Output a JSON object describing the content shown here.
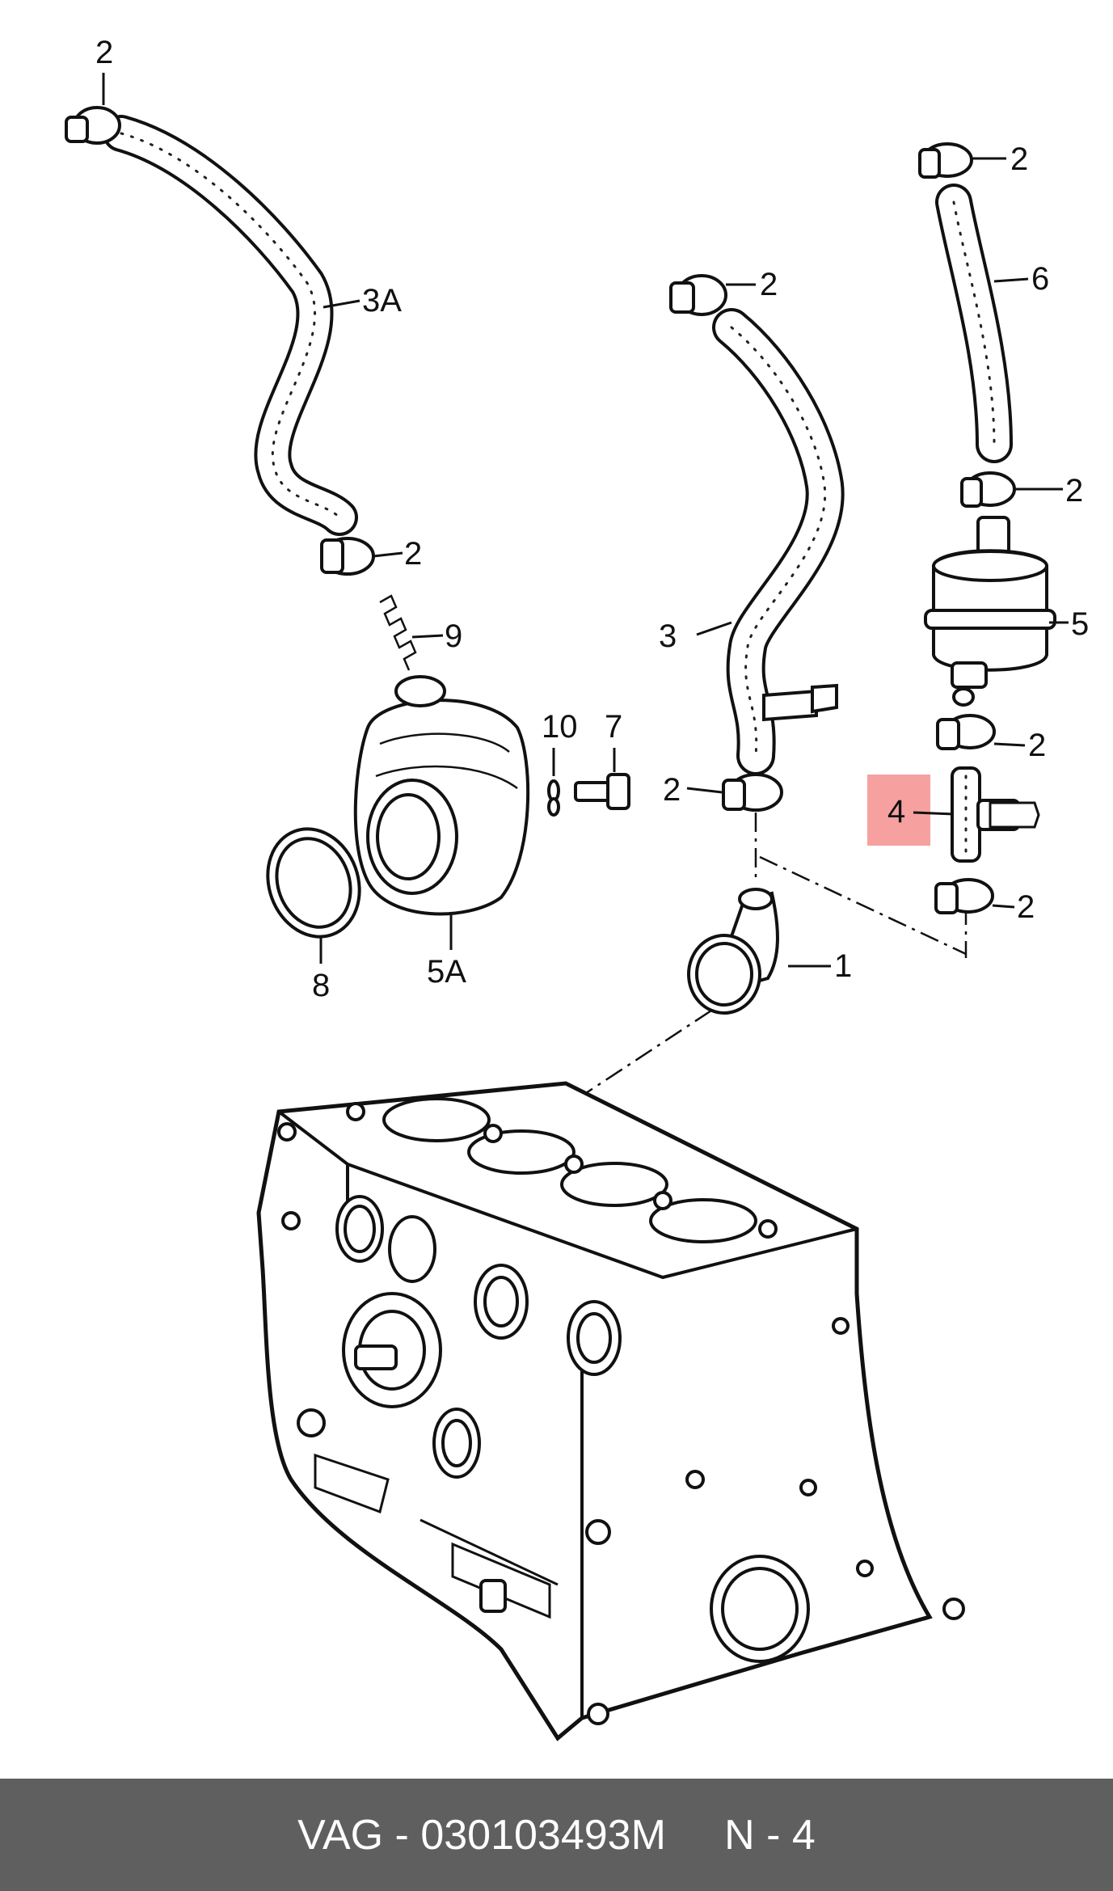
{
  "labels": {
    "hose_left": "3A",
    "hose_mid": "3",
    "hose_right": "6",
    "clamp": "2",
    "flange": "5A",
    "gasket": "8",
    "spring": "9",
    "washer": "10",
    "bolt": "7",
    "pipe": "1",
    "tee": "4",
    "filter": "5"
  },
  "highlight": {
    "part": "4",
    "color": "#f6a0a0"
  },
  "footer": {
    "text": "VAG - 030103493M     N - 4"
  }
}
